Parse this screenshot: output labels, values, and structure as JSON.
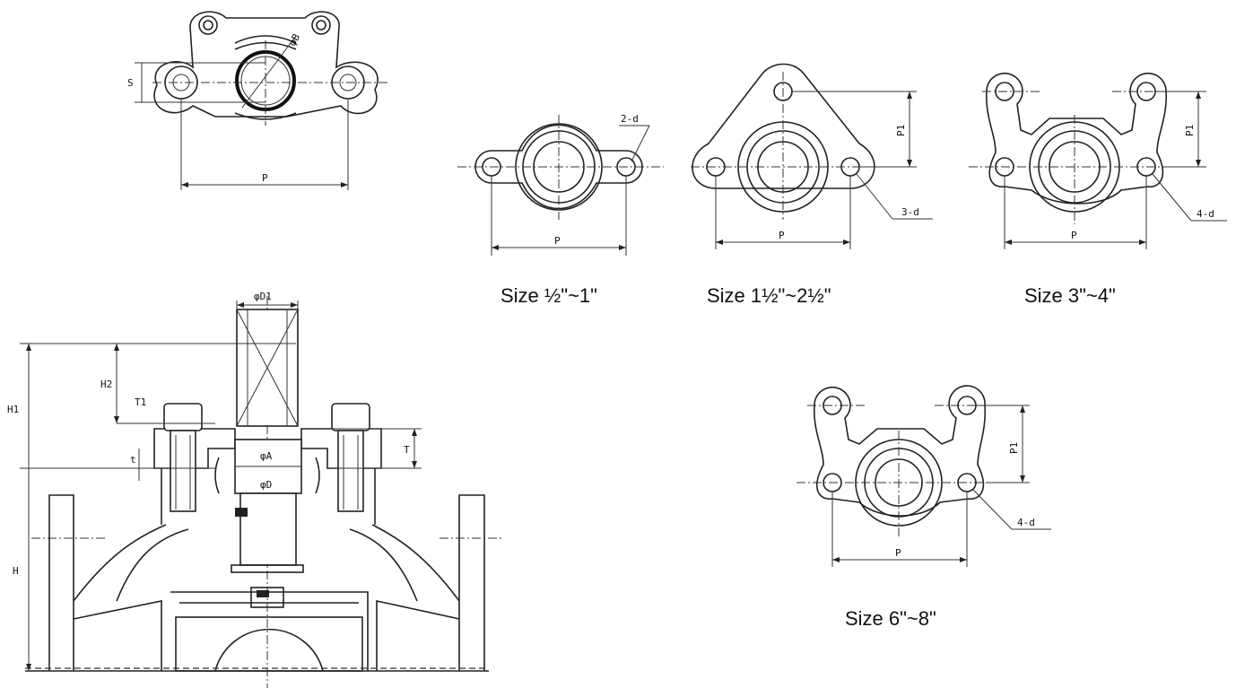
{
  "labels": {
    "top_left": {
      "dia": "φB",
      "s": "S",
      "p": "P"
    },
    "flange_half_to_one": {
      "holes": "2-d",
      "p": "P"
    },
    "flange_one_half_to_two_half": {
      "holes": "3-d",
      "p": "P",
      "p1": "P1"
    },
    "flange_three_to_four": {
      "holes": "4-d",
      "p": "P",
      "p1": "P1"
    },
    "flange_six_to_eight": {
      "holes": "4-d",
      "p": "P",
      "p1": "P1"
    },
    "section": {
      "d1": "φD1",
      "h1": "H1",
      "h2": "H2",
      "h": "H",
      "t1": "T1",
      "t_small": "t",
      "t_big": "T",
      "a": "φA",
      "d": "φD"
    }
  },
  "captions": {
    "half_to_one": "Size ½\"~1\"",
    "one_half_to_two_half": "Size 1½\"~2½\"",
    "three_to_four": "Size 3\"~4\"",
    "six_to_eight": "Size 6\"~8\""
  }
}
